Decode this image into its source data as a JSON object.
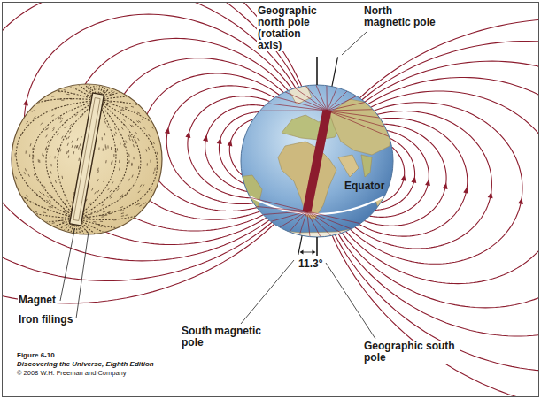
{
  "diagram": {
    "labels": [
      "Geographic north pole (rotation axis)",
      "North magnetic pole",
      "Equator",
      "Magnet",
      "Iron filings",
      "11.3°",
      "South magnetic pole",
      "Geographic south pole",
      "Figure 6-10",
      "Discovering the Universe, Eighth Edition",
      "© 2008 W.H. Freeman and Company"
    ]
  }
}
